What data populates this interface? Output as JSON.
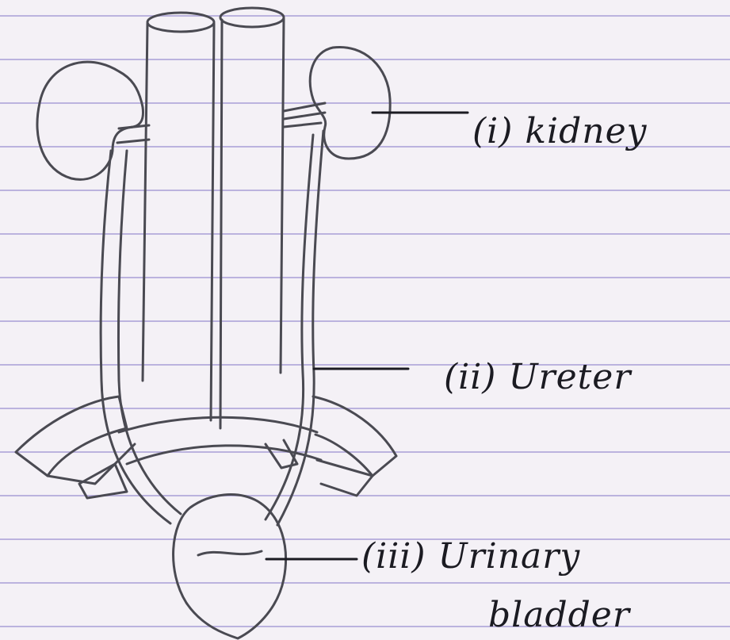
{
  "diagram": {
    "labels": [
      {
        "id": "kidney",
        "text": "(i) kidney"
      },
      {
        "id": "ureter",
        "text": "(ii) Ureter"
      },
      {
        "id": "bladder",
        "text": "(iii) Urinary",
        "text2": "bladder"
      }
    ]
  },
  "colors": {
    "paper": "#f4f1f6",
    "rule_line": "#a89fd6",
    "ink": "#1b1b22",
    "pencil": "#4a4a52"
  }
}
